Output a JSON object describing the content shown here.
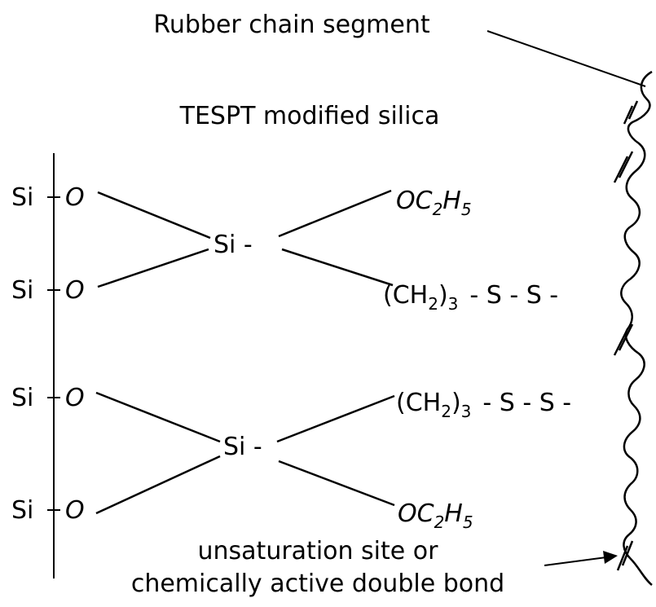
{
  "labels": {
    "rubber_chain": "Rubber chain segment",
    "tespt": "TESPT modified silica",
    "unsat_line1": "unsaturation site or",
    "unsat_line2": "chemically active double bond"
  },
  "silica_surface": {
    "si": "Si",
    "o": "O"
  },
  "central": {
    "si_top": "Si -",
    "si_bottom": "Si -"
  },
  "groups": {
    "oc": "OC",
    "h": "H",
    "sub2": "2",
    "sub5": "5",
    "ch_open": "(CH",
    "ch_close": ")",
    "sub3": "3",
    "s_chain": "- S - S -"
  }
}
